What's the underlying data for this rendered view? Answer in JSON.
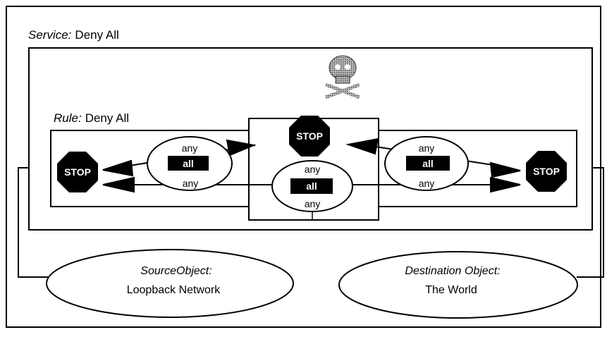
{
  "service": {
    "prefix": "Service:",
    "name": "Deny All"
  },
  "rule": {
    "prefix": "Rule:",
    "name": "Deny All"
  },
  "stop_label": "STOP",
  "left_group": {
    "top": "any",
    "box": "all",
    "bottom": "any"
  },
  "center_group": {
    "top": "any",
    "box": "all",
    "bottom": "any"
  },
  "right_group": {
    "top": "any",
    "box": "all",
    "bottom": "any"
  },
  "source": {
    "title": "SourceObject:",
    "name": "Loopback Network"
  },
  "destination": {
    "title": "Destination Object:",
    "name": "The World"
  },
  "icons": [
    "skull-crossbones-icon",
    "stop-sign-icon"
  ],
  "colors": {
    "line": "#000000",
    "background": "#ffffff",
    "skull": "#8a8a8a"
  }
}
